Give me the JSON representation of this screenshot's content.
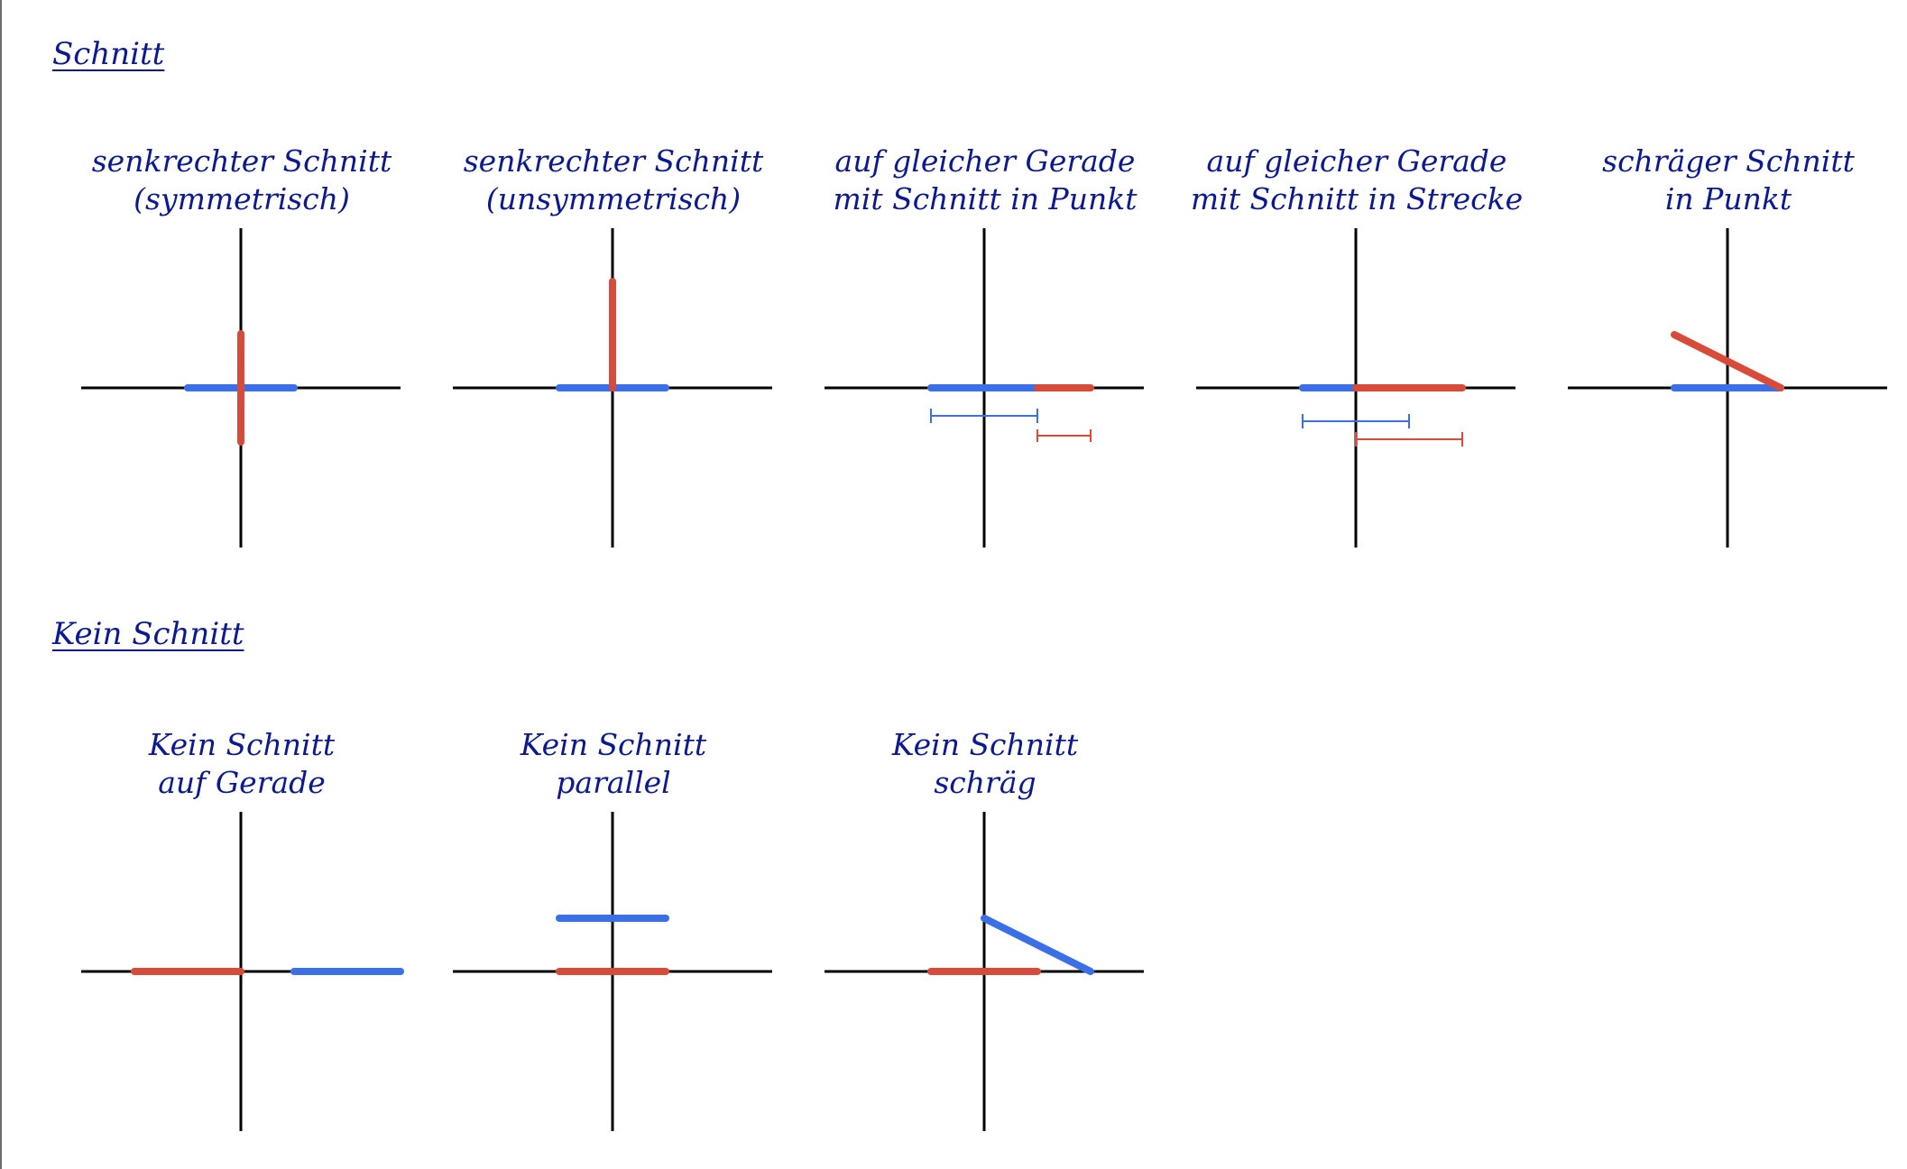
{
  "colors": {
    "ink": "#0d1a8f",
    "axis": "#000000",
    "red_segment": "#d84a3a",
    "blue_segment": "#3a6fe8",
    "left_rule": "#6b6b6b"
  },
  "sections": [
    {
      "title": "Schnitt",
      "diagrams": [
        {
          "id": "senk-sym",
          "label": [
            "senkrechter Schnitt",
            "(symmetrisch)"
          ]
        },
        {
          "id": "senk-unsym",
          "label": [
            "senkrechter Schnitt",
            "(unsymmetrisch)"
          ]
        },
        {
          "id": "gerade-punkt",
          "label": [
            "auf gleicher Gerade",
            "mit Schnitt in Punkt"
          ]
        },
        {
          "id": "gerade-strecke",
          "label": [
            "auf gleicher Gerade",
            "mit Schnitt in Strecke"
          ]
        },
        {
          "id": "schraeg-punkt",
          "label": [
            "schräger Schnitt",
            "in Punkt"
          ]
        }
      ]
    },
    {
      "title": "Kein Schnitt",
      "diagrams": [
        {
          "id": "kein-gerade",
          "label": [
            "Kein Schnitt",
            "auf Gerade"
          ]
        },
        {
          "id": "kein-parallel",
          "label": [
            "Kein Schnitt",
            "parallel"
          ]
        },
        {
          "id": "kein-schraeg",
          "label": [
            "Kein Schnitt",
            "schräg"
          ]
        }
      ]
    }
  ]
}
